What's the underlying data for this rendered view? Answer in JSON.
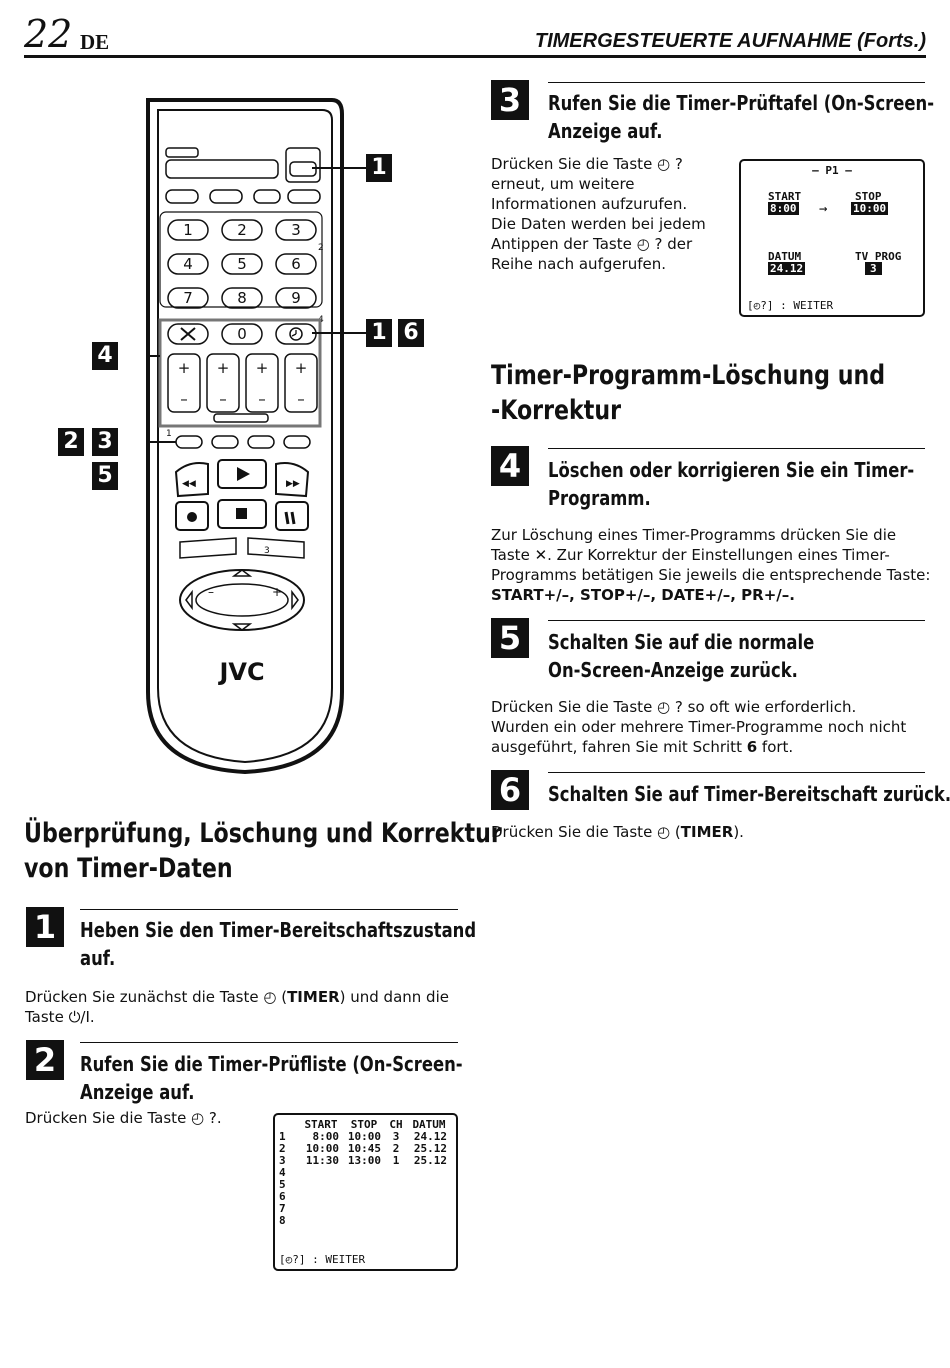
{
  "header": {
    "page_number": "22",
    "language": "DE",
    "title": "TIMERGESTEUERTE AUFNAHME (Forts.)"
  },
  "remote": {
    "brand": "JVC",
    "keys": [
      "1",
      "2",
      "3",
      "4",
      "5",
      "6",
      "7",
      "8",
      "9",
      "0"
    ],
    "small_labels": [
      "2",
      "4",
      "1",
      "3"
    ],
    "callouts": [
      "1",
      "1",
      "6",
      "4",
      "2",
      "3",
      "5"
    ]
  },
  "left_section": {
    "title_line1": "Überprüfung, Löschung und Korrektur",
    "title_line2": "von Timer-Daten",
    "step1": {
      "num": "1",
      "title_line1": "Heben Sie den Timer-Bereitschaftszustand",
      "title_line2": "auf.",
      "body_line1_a": "Drücken Sie zunächst die Taste ",
      "clock": "◴",
      "body_line1_b": " (",
      "timer": "TIMER",
      "body_line1_c": ") und dann die",
      "body_line2": "Taste ⏻/I."
    },
    "step2": {
      "num": "2",
      "title_line1": "Rufen Sie die Timer-Prüfliste (On-Screen-",
      "title_line2": "Anzeige auf.",
      "body": "Drücken Sie die Taste ◴ ?."
    }
  },
  "list_screen": {
    "headers": [
      "START",
      "STOP",
      "CH",
      "DATUM"
    ],
    "rows": [
      {
        "n": "1",
        "start": "8:00",
        "stop": "10:00",
        "ch": "3",
        "date": "24.12"
      },
      {
        "n": "2",
        "start": "10:00",
        "stop": "10:45",
        "ch": "2",
        "date": "25.12"
      },
      {
        "n": "3",
        "start": "11:30",
        "stop": "13:00",
        "ch": "1",
        "date": "25.12"
      },
      {
        "n": "4",
        "start": "",
        "stop": "",
        "ch": "",
        "date": ""
      },
      {
        "n": "5",
        "start": "",
        "stop": "",
        "ch": "",
        "date": ""
      },
      {
        "n": "6",
        "start": "",
        "stop": "",
        "ch": "",
        "date": ""
      },
      {
        "n": "7",
        "start": "",
        "stop": "",
        "ch": "",
        "date": ""
      },
      {
        "n": "8",
        "start": "",
        "stop": "",
        "ch": "",
        "date": ""
      }
    ],
    "footer": "[◴?] : WEITER"
  },
  "step3": {
    "num": "3",
    "title_line1": "Rufen Sie die Timer-Prüftafel (On-Screen-",
    "title_line2": "Anzeige auf.",
    "body_lines": [
      "Drücken Sie die Taste ◴ ?",
      "erneut, um weitere",
      "Informationen aufzurufen.",
      "Die Daten werden bei jedem",
      "Antippen der Taste ◴ ? der",
      "Reihe nach aufgerufen."
    ]
  },
  "detail_screen": {
    "title": "– P1 –",
    "start_label": "START",
    "start_value": "8:00",
    "arrow": "→",
    "stop_label": "STOP",
    "stop_value": "10:00",
    "date_label": "DATUM",
    "date_value": "24.12",
    "tvprog_label": "TV PROG",
    "tvprog_value": "3",
    "footer": "[◴?] : WEITER"
  },
  "right_section": {
    "title_line1": "Timer-Programm-Löschung und",
    "title_line2": "-Korrektur"
  },
  "step4": {
    "num": "4",
    "title_line1": "Löschen oder korrigieren Sie ein Timer-",
    "title_line2": "Programm.",
    "line1": "Zur Löschung eines Timer-Programms drücken Sie die",
    "line2": "Taste ✕. Zur Korrektur der Einstellungen eines Timer-",
    "line3": "Programms betätigen Sie jeweils die entsprechende Taste:",
    "line4": "START+/–, STOP+/–, DATE+/–, PR+/–."
  },
  "step5": {
    "num": "5",
    "title_line1": "Schalten Sie auf die normale",
    "title_line2": "On-Screen-Anzeige zurück.",
    "line1": "Drücken Sie die Taste ◴ ? so oft wie erforderlich.",
    "line2": "Wurden ein oder mehrere Timer-Programme noch nicht",
    "line3_a": "ausgeführt, fahren Sie mit Schritt ",
    "line3_b": "6",
    "line3_c": " fort."
  },
  "step6": {
    "num": "6",
    "title": "Schalten Sie auf Timer-Bereitschaft zurück.",
    "body_a": "Drücken Sie die Taste ◴ (",
    "body_b": "TIMER",
    "body_c": ")."
  }
}
